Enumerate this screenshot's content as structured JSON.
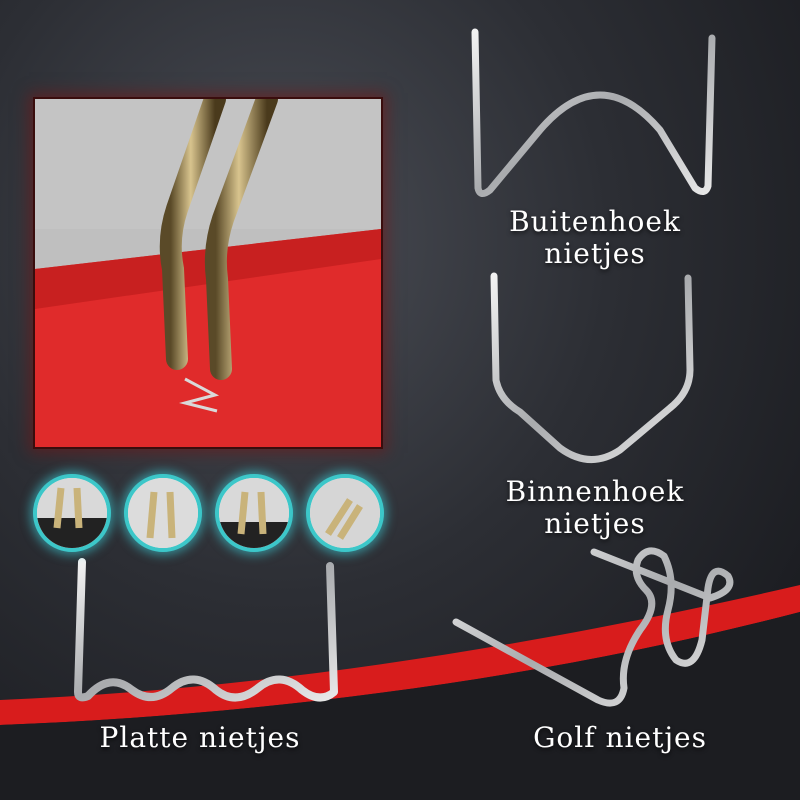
{
  "labels": {
    "buitenhoek": [
      "Buitenhoek",
      "nietjes"
    ],
    "binnenhoek": [
      "Binnenhoek",
      "nietjes"
    ],
    "platte": "Platte nietjes",
    "golf": "Golf nietjes"
  },
  "colors": {
    "accent_red": "#d81c1c",
    "thumb_ring": "#3cc7c9",
    "text": "#ffffff"
  }
}
